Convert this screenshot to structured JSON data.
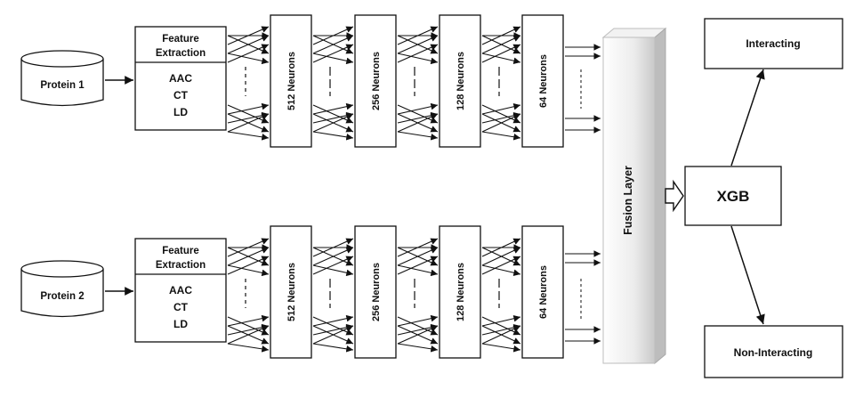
{
  "inputs": [
    {
      "protein": "Protein 1",
      "feature_header": [
        "Feature",
        "Extraction"
      ],
      "features": [
        "AAC",
        "CT",
        "LD"
      ]
    },
    {
      "protein": "Protein 2",
      "feature_header": [
        "Feature",
        "Extraction"
      ],
      "features": [
        "AAC",
        "CT",
        "LD"
      ]
    }
  ],
  "layers": [
    "512 Neurons",
    "256 Neurons",
    "128 Neurons",
    "64 Neurons"
  ],
  "fusion": "Fusion Layer",
  "classifier": "XGB",
  "outputs": [
    "Interacting",
    "Non-Interacting"
  ],
  "colors": {
    "stroke": "#111111",
    "fusion_light": "#f4f4f4",
    "fusion_dark": "#c8c8c8"
  }
}
